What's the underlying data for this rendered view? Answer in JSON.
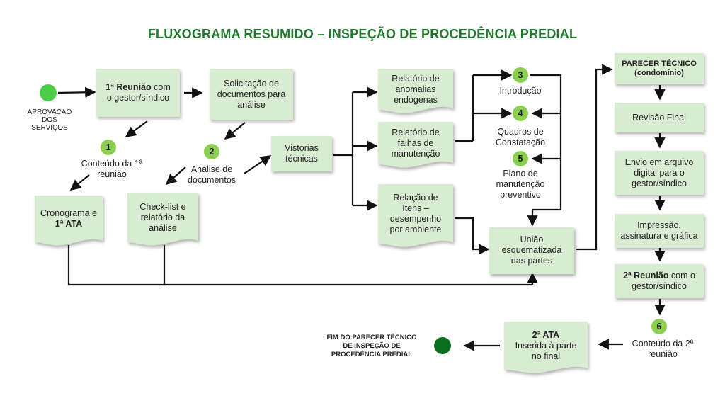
{
  "title": "FLUXOGRAMA RESUMIDO – INSPEÇÃO DE PROCEDÊNCIA PREDIAL",
  "start": {
    "label_lines": [
      "APROVAÇÃO",
      "DOS",
      "SERVIÇOS"
    ]
  },
  "end": {
    "label_lines": [
      "FIM DO PARECER TÉCNICO",
      "DE INSPEÇÃO DE",
      "PROCEDÊNCIA PREDIAL"
    ]
  },
  "boxes": {
    "reuniao1": {
      "bold": "1ª Reunião",
      "rest": " com",
      "line2": "o gestor/síndico"
    },
    "solicitacao": {
      "lines": [
        "Solicitação de",
        "documentos para",
        "análise"
      ]
    },
    "vistorias": {
      "lines": [
        "Vistorias",
        "técnicas"
      ]
    },
    "parecer": {
      "lines": [
        "PARECER TÉCNICO",
        "(condomínio)"
      ]
    },
    "revisao": {
      "lines": [
        "Revisão Final"
      ]
    },
    "envio": {
      "lines": [
        "Envio em arquivo",
        "digital para o",
        "gestor/síndico"
      ]
    },
    "impressao": {
      "lines": [
        "Impressão,",
        "assinatura e gráfica"
      ]
    },
    "reuniao2": {
      "bold": "2ª Reunião",
      "rest": " com o",
      "line2": "gestor/síndico"
    }
  },
  "docs": {
    "cronograma": {
      "line1": "Cronograma e",
      "line2_bold": "1ª ATA"
    },
    "checklist": {
      "lines": [
        "Check-list e",
        "relatório da",
        "análise"
      ]
    },
    "rel_anomalias": {
      "lines": [
        "Relatório de",
        "anomalias",
        "endógenas"
      ]
    },
    "rel_falhas": {
      "lines": [
        "Relatório de",
        "falhas de",
        "manutenção"
      ]
    },
    "relacao": {
      "lines": [
        "Relação de",
        "Itens –",
        "desempenho",
        "por ambiente"
      ]
    },
    "uniao": {
      "lines": [
        "União",
        "esquematizada",
        "das partes"
      ]
    },
    "ata2": {
      "line1_bold": "2ª ATA",
      "line2": "Inserida à parte",
      "line3": "no final"
    }
  },
  "steps": [
    {
      "number": "1",
      "lines": [
        "Conteúdo da 1ª",
        "reunião"
      ]
    },
    {
      "number": "2",
      "lines": [
        "Análise de",
        "documentos"
      ]
    },
    {
      "number": "3",
      "lines": [
        "Introdução"
      ]
    },
    {
      "number": "4",
      "lines": [
        "Quadros de",
        "Constatação"
      ]
    },
    {
      "number": "5",
      "lines": [
        "Plano de",
        "manutenção",
        "preventivo"
      ]
    },
    {
      "number": "6",
      "lines": [
        "Conteúdo da 2ª",
        "reunião"
      ]
    }
  ],
  "colors": {
    "title": "#1e7a2a",
    "box_fill": "#d7ecd0",
    "step_circle": "#8ccf50",
    "start_circle": "#4ccd47",
    "end_circle": "#0a6e1c"
  }
}
